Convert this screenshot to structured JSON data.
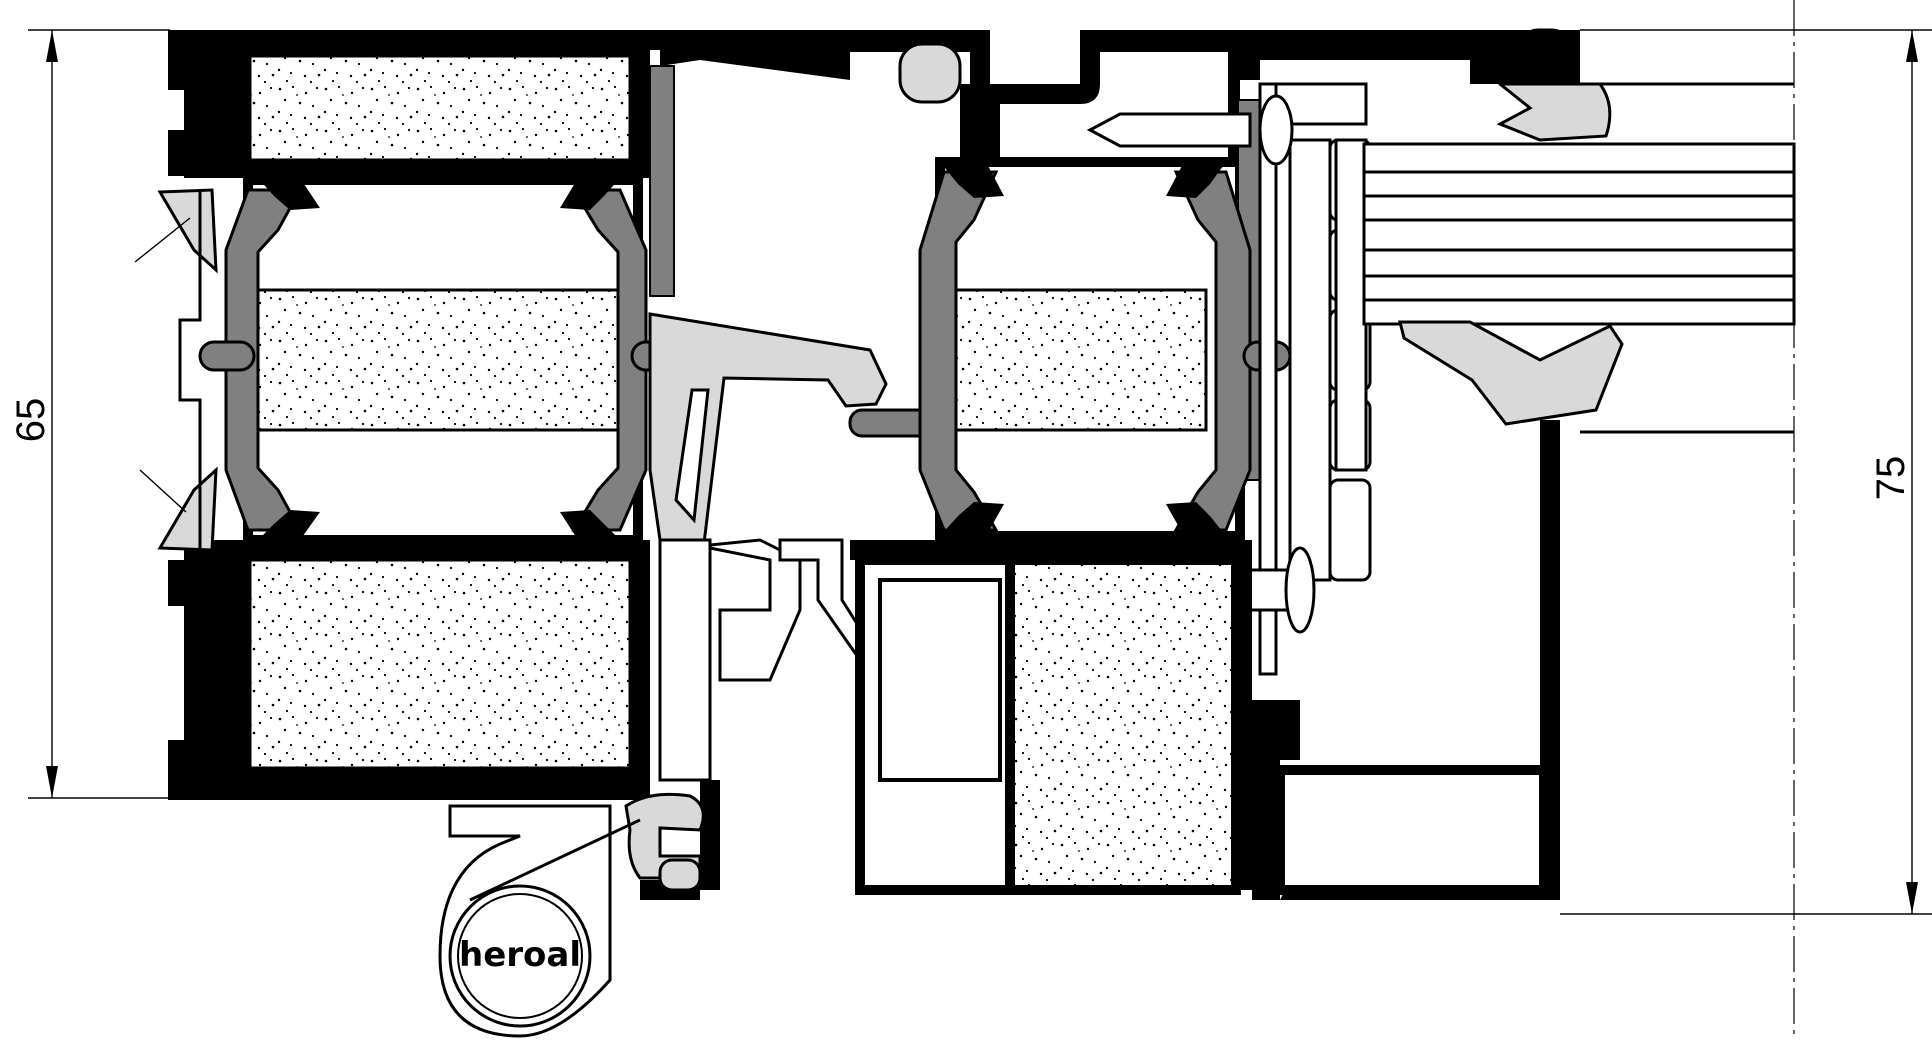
{
  "diagram": {
    "dimension_left": "65",
    "dimension_right": "75",
    "logo": "heroal"
  },
  "colors": {
    "profile": "#000000",
    "thermal_break": "#808080",
    "gasket": "#d9d9d9",
    "background": "#ffffff"
  }
}
